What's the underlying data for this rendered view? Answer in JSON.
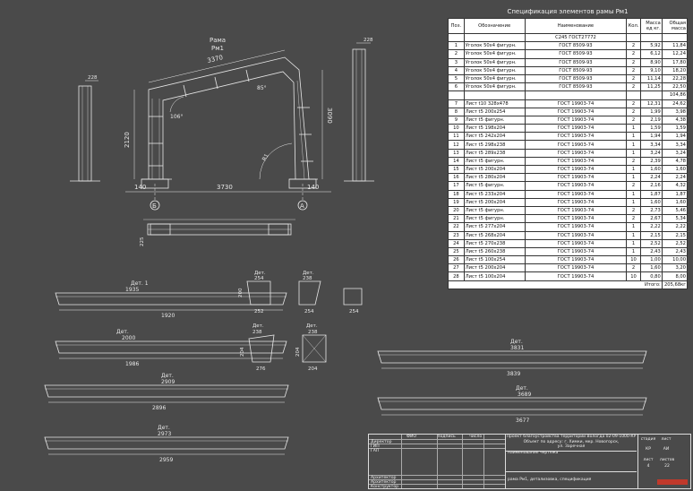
{
  "drawing": {
    "frame_label_line1": "Рама",
    "frame_label_line2": "Рм1",
    "dims": {
      "top_span": "3370",
      "height_left": "2120",
      "height_right": "3090",
      "width_bottom": "3730",
      "offset_left": "140",
      "offset_right": "140",
      "angle_left": "106°",
      "angle_right": "85°",
      "radius": "R1",
      "side_left_top": "228",
      "side_right_top": "228",
      "plan_side": "225"
    },
    "axis_left": "Б",
    "axis_right": "А"
  },
  "details": [
    {
      "label": "Дет. 1",
      "top": "1935",
      "bottom": "1920"
    },
    {
      "label": "Дет.",
      "top": "2000",
      "bottom": "1986"
    },
    {
      "label": "Дет.",
      "top": "2909",
      "bottom": "2896"
    },
    {
      "label": "Дет.",
      "top": "2973",
      "bottom": "2959"
    },
    {
      "label": "Дет.",
      "top": "3831",
      "bottom": "3839"
    },
    {
      "label": "Дет.",
      "top": "3689",
      "bottom": "3677"
    }
  ],
  "small_details": [
    {
      "label": "Дет.",
      "dims": [
        "254",
        "200",
        "252"
      ]
    },
    {
      "label": "Дет.",
      "dims": [
        "238",
        "254",
        "254"
      ]
    },
    {
      "label": "Дет.",
      "dims": [
        "238",
        "204",
        "276"
      ]
    },
    {
      "label": "Дет.",
      "dims": [
        "238",
        "204",
        "204"
      ]
    }
  ],
  "spec": {
    "title": "Спецификация элементов рамы Рм1",
    "headers": [
      "Поз.",
      "Обозначение",
      "Наименование",
      "Кол.",
      "Масса ед кг.",
      "Общая масса"
    ],
    "steel_row": "С245 ГОСТ27772",
    "rows": [
      {
        "pos": "1",
        "des": "Уголок 50x4  фигурн.",
        "name": "ГОСТ 8509-93",
        "qty": "2",
        "mass": "5,92",
        "total": "11,84"
      },
      {
        "pos": "2",
        "des": "Уголок 50x4  фигурн.",
        "name": "ГОСТ 8509-93",
        "qty": "2",
        "mass": "6,12",
        "total": "12,24"
      },
      {
        "pos": "3",
        "des": "Уголок 50x4  фигурн.",
        "name": "ГОСТ 8509-93",
        "qty": "2",
        "mass": "8,90",
        "total": "17,80"
      },
      {
        "pos": "4",
        "des": "Уголок 50x4  фигурн.",
        "name": "ГОСТ 8509-93",
        "qty": "2",
        "mass": "9,10",
        "total": "18,20"
      },
      {
        "pos": "5",
        "des": "Уголок 50x4  фигурн.",
        "name": "ГОСТ 8509-93",
        "qty": "2",
        "mass": "11,14",
        "total": "22,28"
      },
      {
        "pos": "6",
        "des": "Уголок 50x4  фигурн.",
        "name": "ГОСТ 8509-93",
        "qty": "2",
        "mass": "11,25",
        "total": "22,50"
      }
    ],
    "subtotal": "104,86",
    "rows2": [
      {
        "pos": "7",
        "des": "Лист t10  328x478",
        "name": "ГОСТ 19903-74",
        "qty": "2",
        "mass": "12,31",
        "total": "24,62"
      },
      {
        "pos": "8",
        "des": "Лист t5  200x254",
        "name": "ГОСТ 19903-74",
        "qty": "2",
        "mass": "1,99",
        "total": "3,98"
      },
      {
        "pos": "9",
        "des": "Лист t5  фигурн.",
        "name": "ГОСТ 19903-74",
        "qty": "2",
        "mass": "2,19",
        "total": "4,38"
      },
      {
        "pos": "10",
        "des": "Лист t5  198x204",
        "name": "ГОСТ 19903-74",
        "qty": "1",
        "mass": "1,59",
        "total": "1,59"
      },
      {
        "pos": "11",
        "des": "Лист t5  242x204",
        "name": "ГОСТ 19903-74",
        "qty": "1",
        "mass": "1,94",
        "total": "1,94"
      },
      {
        "pos": "12",
        "des": "Лист t5  298x238",
        "name": "ГОСТ 19903-74",
        "qty": "1",
        "mass": "3,34",
        "total": "3,34"
      },
      {
        "pos": "13",
        "des": "Лист t5  289x238",
        "name": "ГОСТ 19903-74",
        "qty": "1",
        "mass": "3,24",
        "total": "3,24"
      },
      {
        "pos": "14",
        "des": "Лист t5  фигурн.",
        "name": "ГОСТ 19903-74",
        "qty": "2",
        "mass": "2,39",
        "total": "4,78"
      },
      {
        "pos": "15",
        "des": "Лист t5  200x204",
        "name": "ГОСТ 19903-74",
        "qty": "1",
        "mass": "1,60",
        "total": "1,60"
      },
      {
        "pos": "16",
        "des": "Лист t5  280x204",
        "name": "ГОСТ 19903-74",
        "qty": "1",
        "mass": "2,24",
        "total": "2,24"
      },
      {
        "pos": "17",
        "des": "Лист t5  фигурн.",
        "name": "ГОСТ 19903-74",
        "qty": "2",
        "mass": "2,16",
        "total": "4,32"
      },
      {
        "pos": "18",
        "des": "Лист t5  233x204",
        "name": "ГОСТ 19903-74",
        "qty": "1",
        "mass": "1,87",
        "total": "1,87"
      },
      {
        "pos": "19",
        "des": "Лист t5  200x204",
        "name": "ГОСТ 19903-74",
        "qty": "1",
        "mass": "1,60",
        "total": "1,60"
      },
      {
        "pos": "20",
        "des": "Лист t5  фигурн.",
        "name": "ГОСТ 19903-74",
        "qty": "2",
        "mass": "2,73",
        "total": "5,46"
      },
      {
        "pos": "21",
        "des": "Лист t5  фигурн.",
        "name": "ГОСТ 19903-74",
        "qty": "2",
        "mass": "2,67",
        "total": "5,34"
      },
      {
        "pos": "22",
        "des": "Лист t5  277x204",
        "name": "ГОСТ 19903-74",
        "qty": "1",
        "mass": "2,22",
        "total": "2,22"
      },
      {
        "pos": "23",
        "des": "Лист t5  268x204",
        "name": "ГОСТ 19903-74",
        "qty": "1",
        "mass": "2,15",
        "total": "2,15"
      },
      {
        "pos": "24",
        "des": "Лист t5  270x238",
        "name": "ГОСТ 19903-74",
        "qty": "1",
        "mass": "2,52",
        "total": "2,52"
      },
      {
        "pos": "25",
        "des": "Лист t5  260x238",
        "name": "ГОСТ 19903-74",
        "qty": "1",
        "mass": "2,43",
        "total": "2,43"
      },
      {
        "pos": "26",
        "des": "Лист t5  100x254",
        "name": "ГОСТ 19903-74",
        "qty": "10",
        "mass": "1,00",
        "total": "10,00"
      },
      {
        "pos": "27",
        "des": "Лист t5  200x204",
        "name": "ГОСТ 19903-74",
        "qty": "2",
        "mass": "1,60",
        "total": "3,20"
      },
      {
        "pos": "28",
        "des": "Лист t5  100x204",
        "name": "ГОСТ 19903-74",
        "qty": "10",
        "mass": "0,80",
        "total": "8,00"
      }
    ],
    "total_label": "Итого:",
    "total_value": "205,68кг"
  },
  "stamp": {
    "col_headers": [
      "ФИО",
      "подпись",
      "число"
    ],
    "roles": [
      "Директор",
      "ГИП",
      "ГАП",
      "Архитектор",
      "Архитектор",
      "Конструктор"
    ],
    "project": "Проект благоустройства территории Вологда 02-09-1000-КР",
    "address_line1": "Объект по адресу: г. Химки, мкр. Новогорск,",
    "address_line2": "ул. Заречная",
    "sheet_name_label": "наименование чертежа",
    "sheet_name": "рама Рм1, детализовка, спецификация",
    "stage_label": "стадия",
    "sheet_label": "лист",
    "sheets_label": "листов",
    "stage": "КР",
    "sheet": "4",
    "sheets": "22",
    "sheet_code": "АИ"
  }
}
